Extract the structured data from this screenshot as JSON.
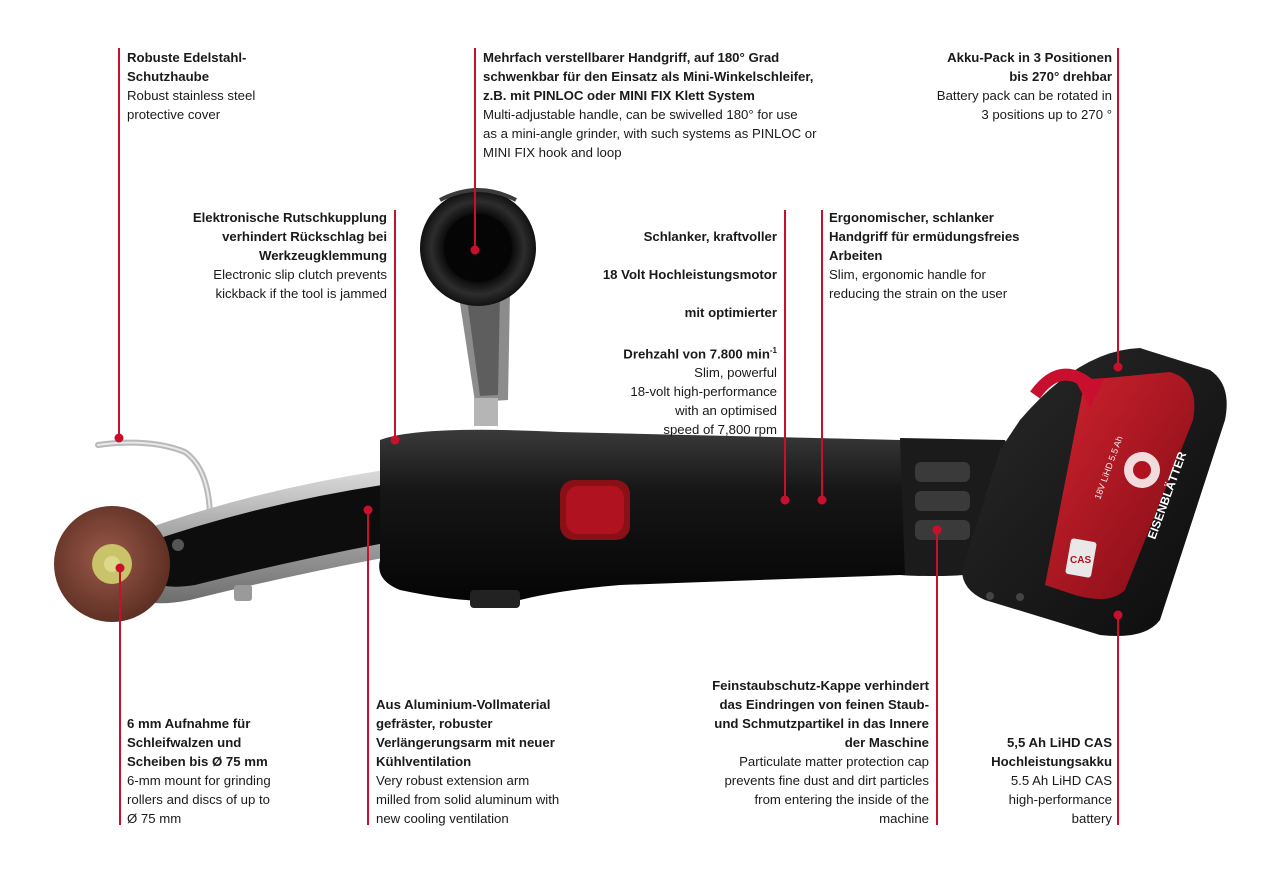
{
  "colors": {
    "leader": "#c8102e",
    "tool_body": "#141414",
    "battery_red": "#b0121f",
    "disc": "#8a4a3a",
    "disc_center": "#c9c46a"
  },
  "callouts": {
    "cover": {
      "de": "Robuste Edelstahl-\nSchutzhaube",
      "en": "Robust stainless steel\nprotective cover"
    },
    "handle": {
      "de": "Mehrfach verstellbarer Handgriff, auf 180° Grad\nschwenkbar für den Einsatz als Mini-Winkelschleifer,\nz.B. mit PINLOC oder MINI FIX Klett System",
      "en": "Multi-adjustable handle, can be swivelled 180° for use\nas a mini-angle grinder, with such systems as PINLOC or\nMINI FIX hook and loop"
    },
    "battery_pos": {
      "de": "Akku-Pack in 3 Positionen\nbis 270° drehbar",
      "en": "Battery pack can be rotated in\n3 positions up to 270 °"
    },
    "clutch": {
      "de": "Elektronische Rutschkupplung\nverhindert Rückschlag bei\nWerkzeugklemmung",
      "en": "Electronic slip clutch prevents\nkickback if the tool is jammed"
    },
    "motor": {
      "de_line1": "Schlanker, kraftvoller",
      "de_line2": "18 Volt Hochleistungsmotor",
      "de_line3": "mit optimierter",
      "de_line4": "Drehzahl von 7.800 min",
      "de_sup": "-1",
      "en": "Slim, powerful\n18-volt high-performance\nwith an optimised\nspeed of 7,800 rpm"
    },
    "grip": {
      "de": "Ergonomischer, schlanker\nHandgriff für ermüdungsfreies\nArbeiten",
      "en": "Slim, ergonomic handle for\nreducing the strain on the user"
    },
    "mount": {
      "de": "6 mm Aufnahme für\nSchleifwalzen und\nScheiben bis Ø 75 mm",
      "en": "6-mm mount for grinding\nrollers and discs of up to\nØ 75 mm"
    },
    "arm": {
      "de": "Aus Aluminium-Vollmaterial\ngefräster, robuster\nVerlängerungsarm mit neuer\nKühlventilation",
      "en": "Very robust extension arm\nmilled from solid aluminum with\nnew cooling ventilation"
    },
    "dust": {
      "de": "Feinstaubschutz-Kappe verhindert\ndas Eindringen von feinen Staub-\nund Schmutzpartikel in das Innere\nder Maschine",
      "en": "Particulate matter protection cap\nprevents fine dust and dirt particles\nfrom entering the inside of the\nmachine"
    },
    "battery": {
      "de": "5,5 Ah LiHD CAS\nHochleistungsakku",
      "en": "5.5 Ah LiHD CAS\nhigh-performance\nbattery"
    }
  },
  "battery_labels": {
    "brand": "EISENBLÄTTER",
    "spec": "18V LiHD 5.5 Ah",
    "cas": "CAS"
  }
}
